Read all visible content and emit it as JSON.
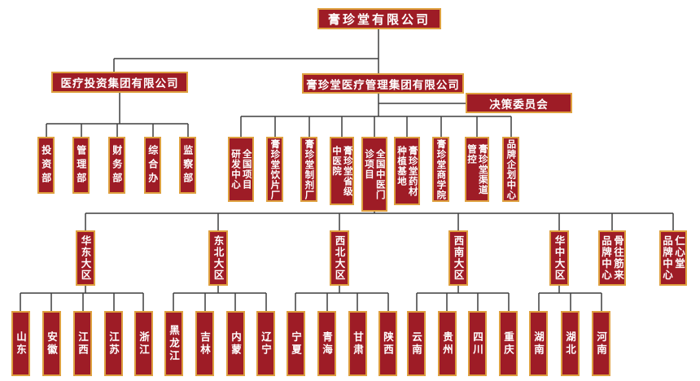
{
  "org": {
    "root": "膏珍堂有限公司",
    "level2": {
      "investment_group": "医疗投资集团有限公司",
      "medical_group": "膏珍堂医疗管理集团有限公司",
      "committee": "决策委员会"
    },
    "investment_departments": [
      "投资部",
      "管理部",
      "财务部",
      "综合办",
      "监察部"
    ],
    "medical_departments": [
      "全国项目\n研发中心",
      "膏珍堂饮片厂",
      "膏珍堂制剂厂",
      "膏珍堂省级\n中医院",
      "全国中医门\n诊项目",
      "膏珍堂药材\n种植基地",
      "膏珍堂商学院",
      "膏珍堂渠道\n管控",
      "品牌企划中心"
    ],
    "regions": [
      "华东大区",
      "东北大区",
      "西北大区",
      "西南大区",
      "华中大区",
      "骨往筋来\n品牌中心",
      "仁心堂\n品牌中心"
    ],
    "province_groups": [
      [
        "山东",
        "安徽",
        "江西",
        "江苏",
        "浙江"
      ],
      [
        "黑龙江",
        "吉林",
        "内蒙",
        "辽宁"
      ],
      [
        "宁夏",
        "青海",
        "甘肃",
        "陕西"
      ],
      [
        "云南",
        "贵州",
        "四川",
        "重庆"
      ],
      [
        "湖南",
        "湖北",
        "河南"
      ]
    ]
  },
  "colors": {
    "box_fill": "#9E1C26",
    "box_border": "#DEA03F",
    "connector": "#3F3F3F",
    "text": "#FFFFFF",
    "background": "#FFFFFF"
  }
}
